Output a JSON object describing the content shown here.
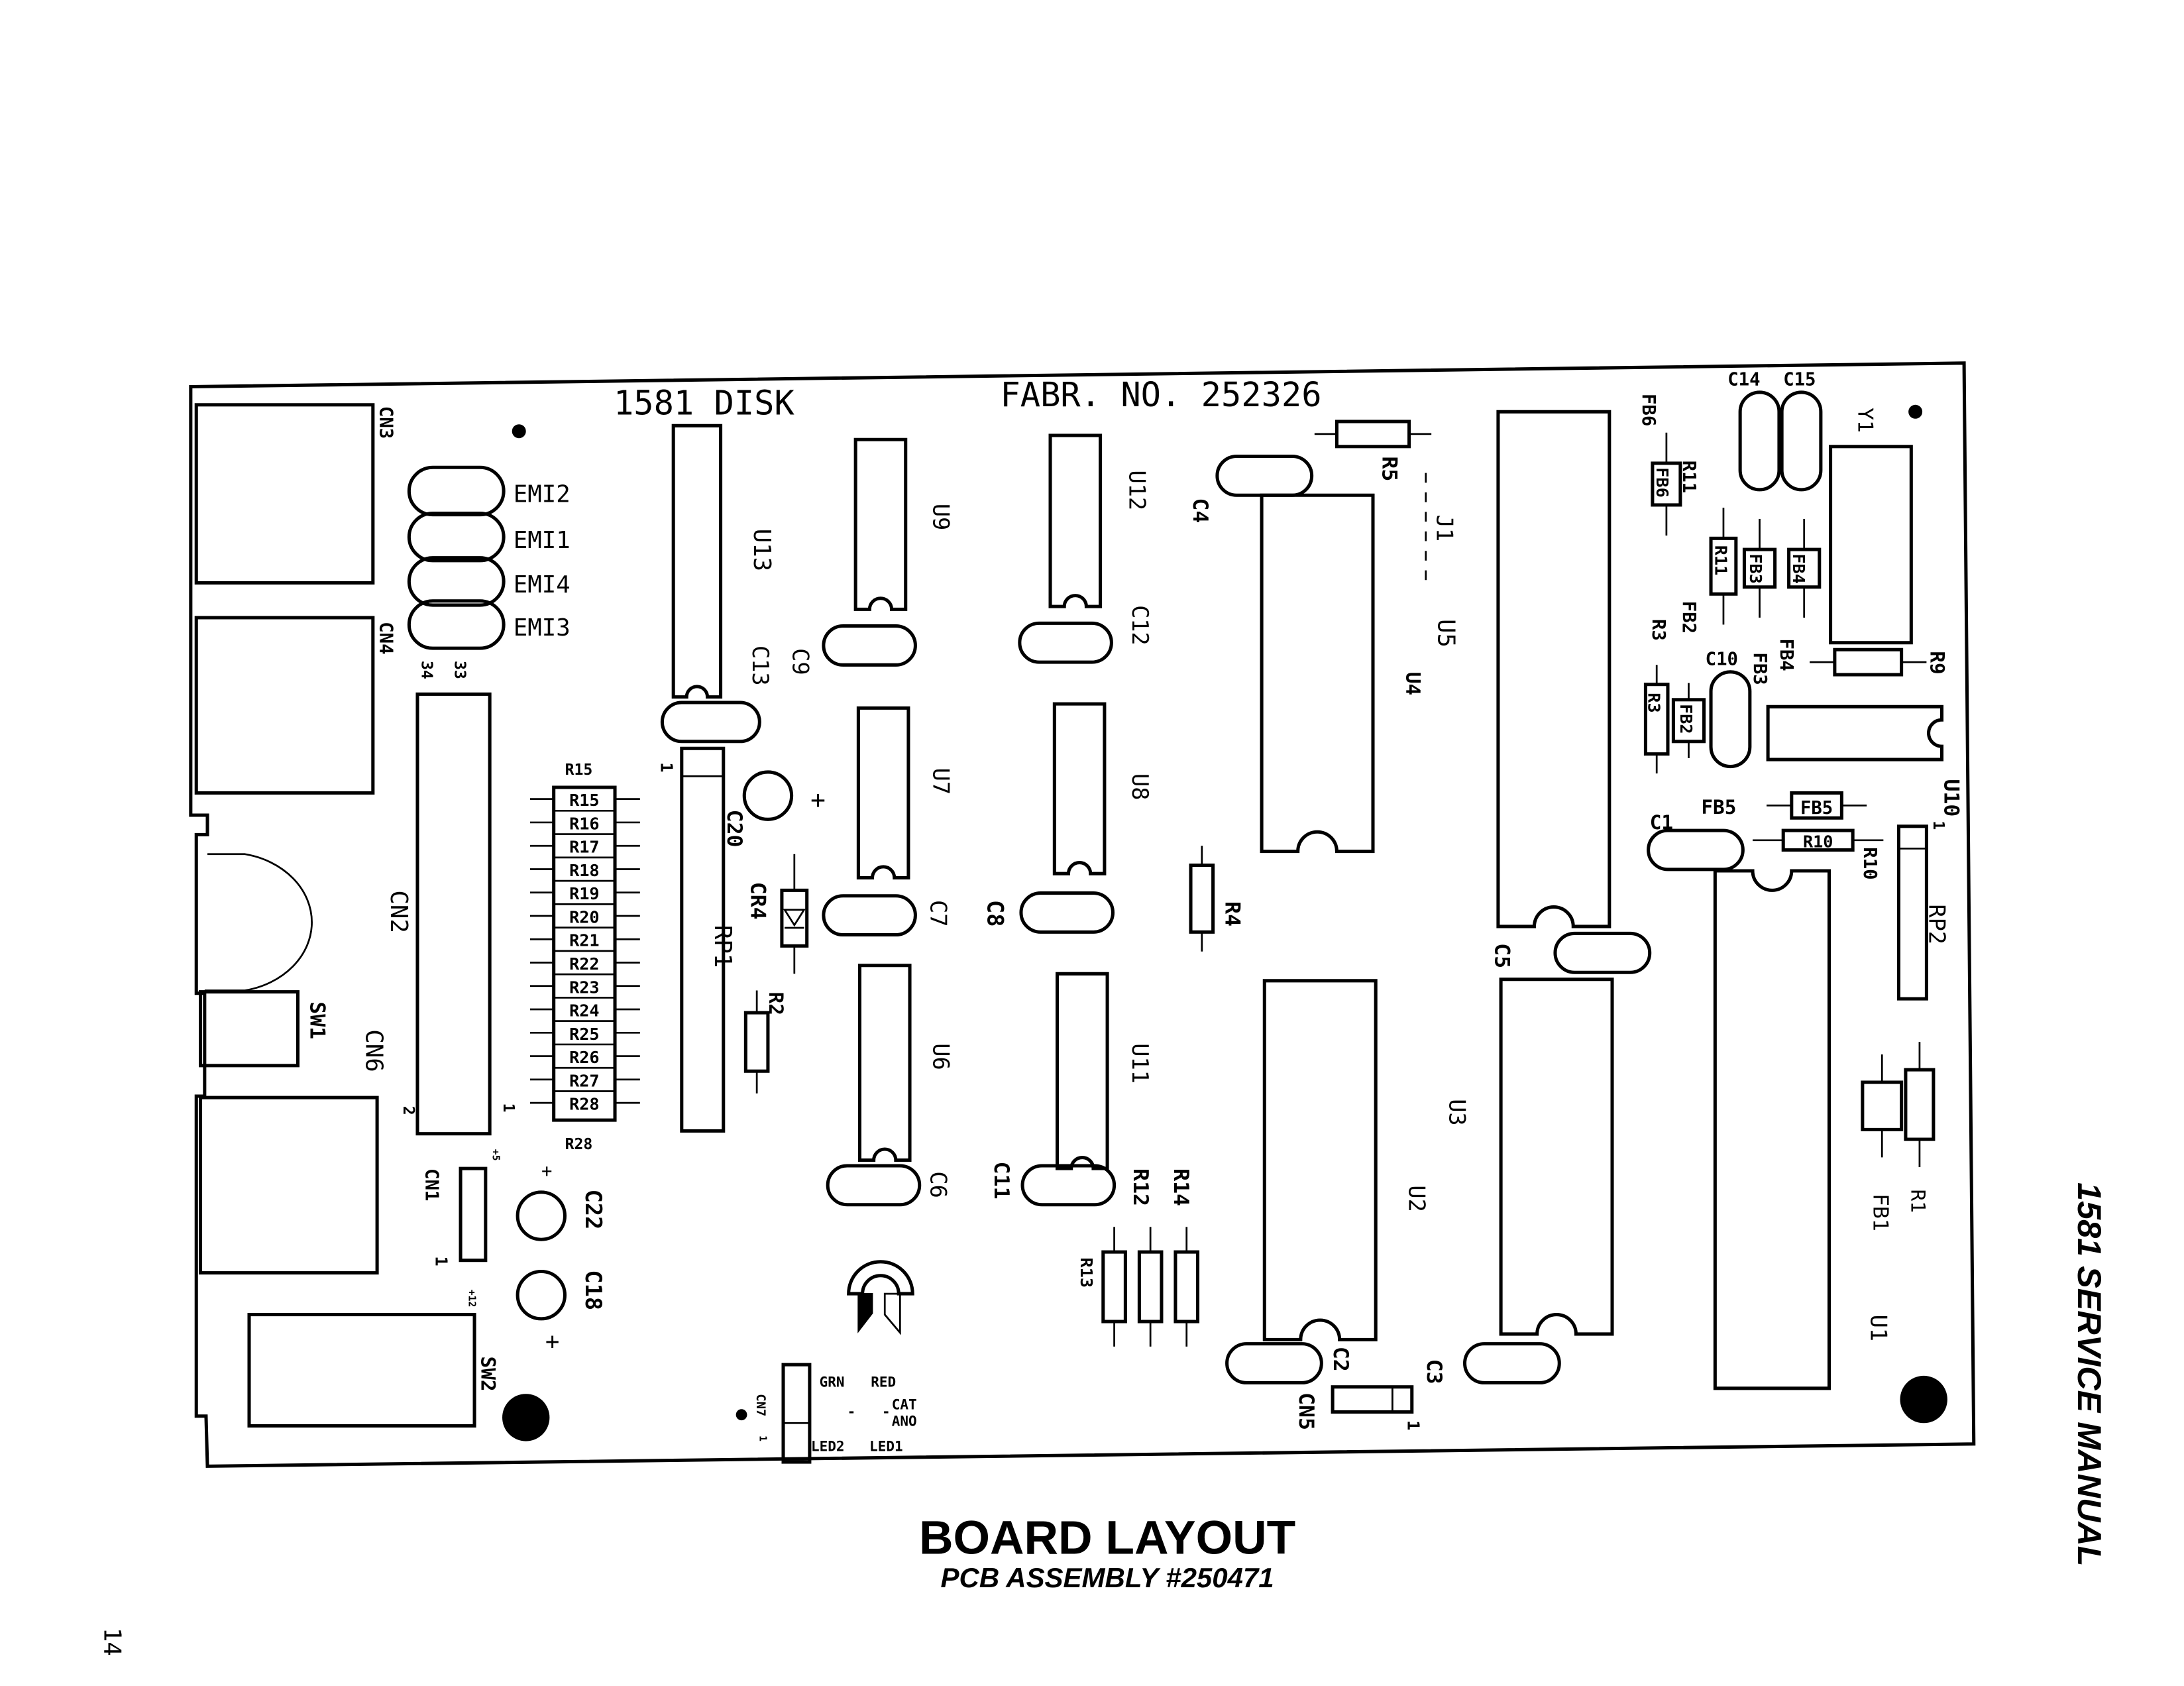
{
  "page": {
    "page_number": "14",
    "side_header": "1581 SERVICE MANUAL",
    "caption_title": "BOARD LAYOUT",
    "caption_subtitle": "PCB ASSEMBLY #250471"
  },
  "board": {
    "silkscreen_name": "1581 DISK",
    "fabrication_no": "FABR. NO. 252326",
    "connectors": {
      "cn1": "CN1",
      "cn2": "CN2",
      "cn3": "CN3",
      "cn4": "CN4",
      "cn5": "CN5",
      "cn6": "CN6",
      "cn7": "CN7"
    },
    "cn2_pins": {
      "pin34": "34",
      "pin33": "33",
      "pin2": "2",
      "pin1": "1"
    },
    "cn1_pins": {
      "pin1": "1",
      "plus5": "+5",
      "plus12": "+12"
    },
    "cn5_pin1": "1",
    "cn7_pin1": "1",
    "switches": {
      "sw1": "SW1",
      "sw2": "SW2"
    },
    "emi": [
      "EMI2",
      "EMI1",
      "EMI4",
      "EMI3"
    ],
    "resistor_array": {
      "top_label": "R15",
      "bottom_label": "R28",
      "items": [
        "R15",
        "R16",
        "R17",
        "R18",
        "R19",
        "R20",
        "R21",
        "R22",
        "R23",
        "R24",
        "R25",
        "R26",
        "R27",
        "R28"
      ]
    },
    "ics": {
      "u1": "U1",
      "u2": "U2",
      "u3": "U3",
      "u4": "U4",
      "u5": "U5",
      "u6": "U6",
      "u7": "U7",
      "u8": "U8",
      "u9": "U9",
      "u10": "U10",
      "u11": "U11",
      "u12": "U12",
      "u13": "U13"
    },
    "u10_pin1": "1",
    "resistor_packs": {
      "rp1": "RP1",
      "rp2": "RP2",
      "rp1_pin1": "1"
    },
    "capacitors": {
      "c1": "C1",
      "c2": "C2",
      "c3": "C3",
      "c4": "C4",
      "c5": "C5",
      "c6": "C6",
      "c7": "C7",
      "c8": "C8",
      "c9": "C9",
      "c10": "C10",
      "c11": "C11",
      "c12": "C12",
      "c13": "C13",
      "c14": "C14",
      "c15": "C15",
      "c18": "C18",
      "c20": "C20",
      "c22": "C22"
    },
    "polarity_plus": "+",
    "resistors": {
      "r1": "R1",
      "r2": "R2",
      "r3": "R3",
      "r4": "R4",
      "r5": "R5",
      "r9": "R9",
      "r10": "R10",
      "r11": "R11",
      "r12": "R12",
      "r13": "R13",
      "r14": "R14"
    },
    "ferrite_beads": {
      "fb1": "FB1",
      "fb2": "FB2",
      "fb3": "FB3",
      "fb4": "FB4",
      "fb5": "FB5",
      "fb6": "FB6"
    },
    "diode": "CR4",
    "jumper": "J1",
    "crystal": "Y1",
    "led_labels": {
      "grn": "GRN",
      "red": "RED",
      "cat": "CAT",
      "ano": "ANO",
      "led2": "LED2",
      "led1": "LED1",
      "dash": "-"
    }
  }
}
